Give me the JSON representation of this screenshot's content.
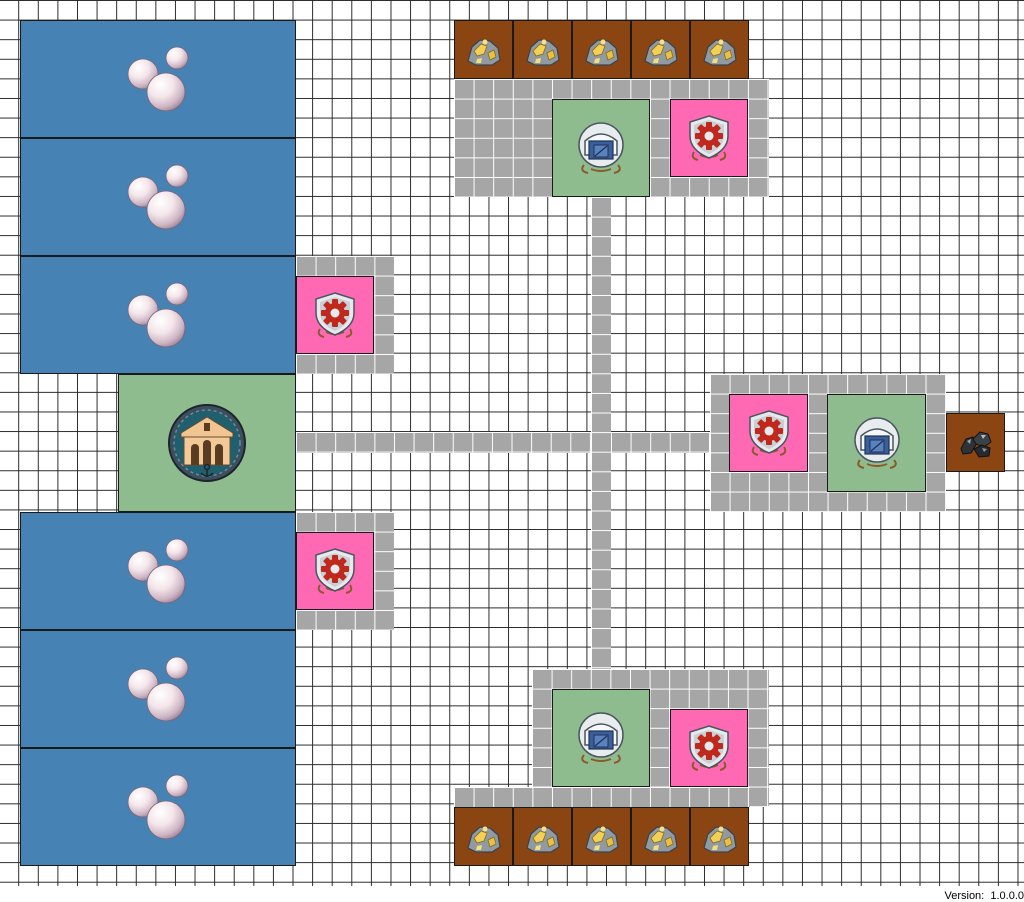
{
  "version_label": "Version:",
  "version_value": "1.0.0.0",
  "colors": {
    "pearl_farm": "#4682b4",
    "main_hall": "#8fbc8f",
    "warehouse": "#8fbc8f",
    "factory": "#ff69b4",
    "mine": "#8b4513",
    "road": "#a6a6a6"
  },
  "buildings": [
    {
      "type": "pearl_farm",
      "icon": "pearls-icon",
      "count": 3,
      "side": "left-top"
    },
    {
      "type": "main_hall",
      "icon": "harbor-hall-icon",
      "count": 1,
      "side": "left-middle"
    },
    {
      "type": "pearl_farm",
      "icon": "pearls-icon",
      "count": 3,
      "side": "left-bottom"
    },
    {
      "type": "factory",
      "icon": "gear-shield-icon",
      "count": 5
    },
    {
      "type": "warehouse",
      "icon": "warehouse-icon",
      "count": 3
    },
    {
      "type": "gold_ore_mine",
      "icon": "gold-ore-icon",
      "count": 10
    },
    {
      "type": "coal_mine",
      "icon": "coal-icon",
      "count": 1
    }
  ]
}
